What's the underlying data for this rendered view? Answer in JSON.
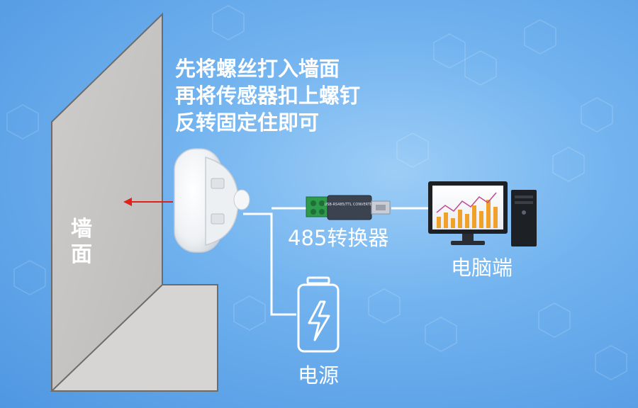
{
  "instructions": {
    "line1": "先将螺丝打入墙面",
    "line2": "再将传感器扣上螺钉",
    "line3": "反转固定住即可"
  },
  "wall": {
    "label": "墙面"
  },
  "components": {
    "sensor": {
      "icon": "sensor-device-icon"
    },
    "converter": {
      "label": "485转换器",
      "icon": "usb-converter-icon",
      "print": "USB-RS485/TTL CONVERTER"
    },
    "pc": {
      "label": "电脑端",
      "icon": "computer-icon"
    },
    "power": {
      "label": "电源",
      "icon": "battery-icon"
    }
  },
  "colors": {
    "background": "#72b3ef",
    "wall": "#c9c7c6",
    "arrow": "#e0201b",
    "line": "#ffffff",
    "converter_body": "#3b4250",
    "terminal": "#2e9a4c"
  }
}
